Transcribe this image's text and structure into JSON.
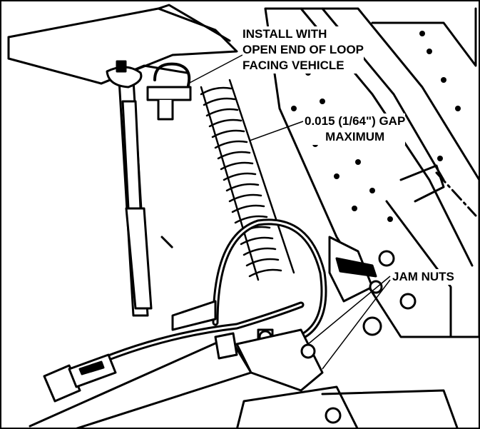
{
  "callouts": {
    "install": {
      "line1": "INSTALL WITH",
      "line2": "OPEN END OF LOOP",
      "line3": "FACING VEHICLE"
    },
    "gap": {
      "line1": "0.015 (1/64\") GAP",
      "line2": "MAXIMUM"
    },
    "jam_nuts": "JAM NUTS"
  },
  "colors": {
    "ink": "#000000",
    "paper": "#ffffff"
  }
}
